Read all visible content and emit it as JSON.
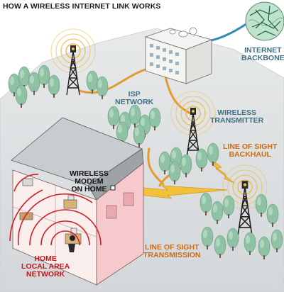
{
  "title": "HOW A WIRELESS INTERNET LINK WORKS",
  "labels": {
    "internet_backbone": [
      "INTERNET",
      "BACKBONE"
    ],
    "isp_network": [
      "ISP",
      "NETWORK"
    ],
    "wireless_transmitter": [
      "WIRELESS",
      "TRANSMITTER"
    ],
    "line_of_sight_backhaul": [
      "LINE OF SIGHT",
      "BACKHAUL"
    ],
    "wireless_modem": [
      "WIRELESS",
      "MODEM",
      "ON HOME"
    ],
    "line_of_sight_transmission": [
      "LINE OF SIGHT",
      "TRANSMISSION"
    ],
    "home_lan": [
      "HOME",
      "LOCAL AREA",
      "NETWORK"
    ]
  },
  "colors": {
    "ground": "#dcdfe0",
    "cable": "#e49a2f",
    "signal": "#f2c13c",
    "tree": "#8fc2a5",
    "house_wall": "#f6c9cc",
    "lan_rings": "#d11f26",
    "label_blue": "#3d6e86",
    "label_orange": "#d36a12",
    "label_red": "#c8141b"
  }
}
